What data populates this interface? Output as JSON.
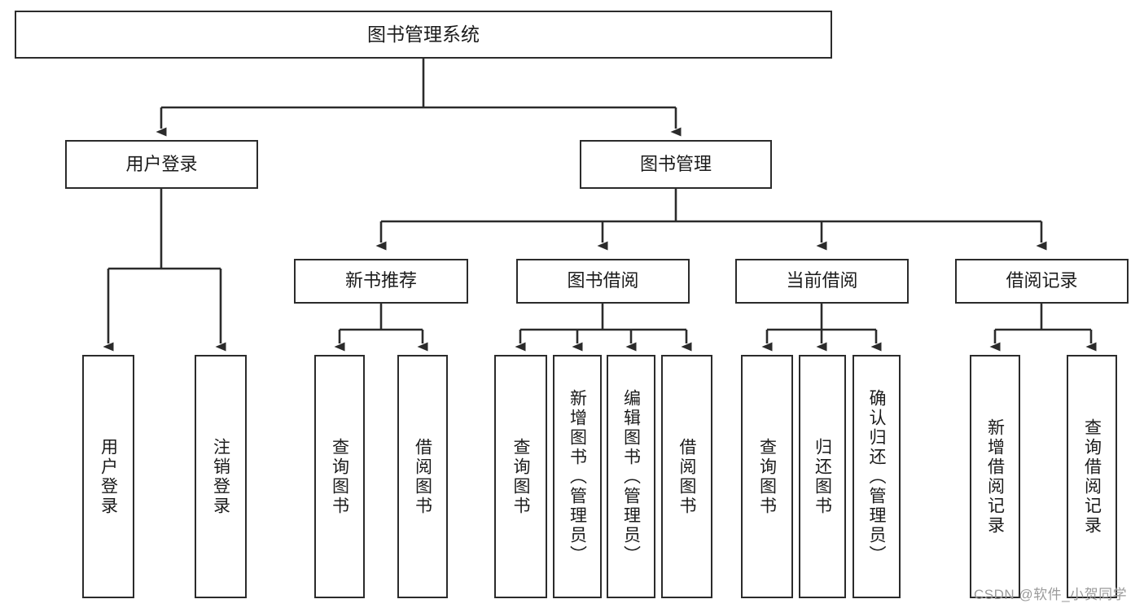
{
  "diagram": {
    "title": "图书管理系统",
    "type": "tree-hierarchy-diagram",
    "background_color": "#ffffff",
    "stroke_color": "#2b2b2b",
    "text_color": "#1b1b1b",
    "nodes": {
      "root": {
        "label": "图书管理系统"
      },
      "level1": [
        {
          "label": "用户登录"
        },
        {
          "label": "图书管理"
        }
      ],
      "level2": [
        {
          "label": "新书推荐"
        },
        {
          "label": "图书借阅"
        },
        {
          "label": "当前借阅"
        },
        {
          "label": "借阅记录"
        }
      ],
      "leaves_user_login": [
        {
          "label": "用户登录"
        },
        {
          "label": "注销登录"
        }
      ],
      "leaves_new_book": [
        {
          "label": "查询图书"
        },
        {
          "label": "借阅图书"
        }
      ],
      "leaves_borrow": [
        {
          "label": "查询图书"
        },
        {
          "label": "新增图书（管理员）"
        },
        {
          "label": "编辑图书（管理员）"
        },
        {
          "label": "借阅图书"
        }
      ],
      "leaves_current": [
        {
          "label": "查询图书"
        },
        {
          "label": "归还图书"
        },
        {
          "label": "确认归还（管理员）"
        }
      ],
      "leaves_record": [
        {
          "label": "新增借阅记录"
        },
        {
          "label": "查询借阅记录"
        }
      ]
    },
    "watermark": "CSDN @软件_小贺同学"
  }
}
